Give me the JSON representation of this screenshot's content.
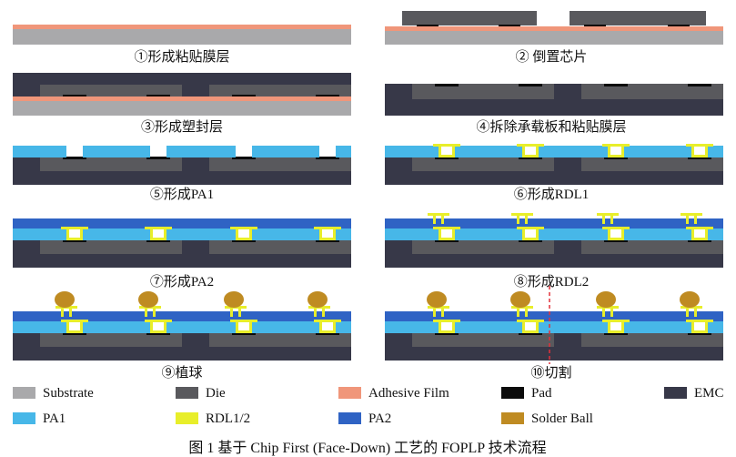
{
  "colors": {
    "substrate": "#a9a9ab",
    "die": "#59595d",
    "adhesive": "#f0967a",
    "pad": "#0b0b0b",
    "emc": "#373848",
    "pa1": "#47b7e8",
    "rdl": "#e8ee2a",
    "pa2": "#2f63c4",
    "ball": "#bf8b22",
    "cut": "#e4313a"
  },
  "steps": [
    {
      "id": 1,
      "label": "①形成粘贴膜层"
    },
    {
      "id": 2,
      "label": "② 倒置芯片"
    },
    {
      "id": 3,
      "label": "③形成塑封层"
    },
    {
      "id": 4,
      "label": "④拆除承载板和粘贴膜层"
    },
    {
      "id": 5,
      "label": "⑤形成PA1"
    },
    {
      "id": 6,
      "label": "⑥形成RDL1"
    },
    {
      "id": 7,
      "label": "⑦形成PA2"
    },
    {
      "id": 8,
      "label": "⑧形成RDL2"
    },
    {
      "id": 9,
      "label": "⑨植球"
    },
    {
      "id": 10,
      "label": "⑩切割"
    }
  ],
  "legend": [
    {
      "key": "substrate",
      "label": "Substrate"
    },
    {
      "key": "die",
      "label": "Die"
    },
    {
      "key": "adhesive",
      "label": "Adhesive Film"
    },
    {
      "key": "pad",
      "label": "Pad"
    },
    {
      "key": "emc",
      "label": "EMC"
    },
    {
      "key": "pa1",
      "label": "PA1"
    },
    {
      "key": "rdl",
      "label": "RDL1/2"
    },
    {
      "key": "pa2",
      "label": "PA2"
    },
    {
      "key": "ball",
      "label": "Solder Ball"
    }
  ],
  "caption": "图 1   基于 Chip First (Face-Down) 工艺的 FOPLP 技术流程"
}
